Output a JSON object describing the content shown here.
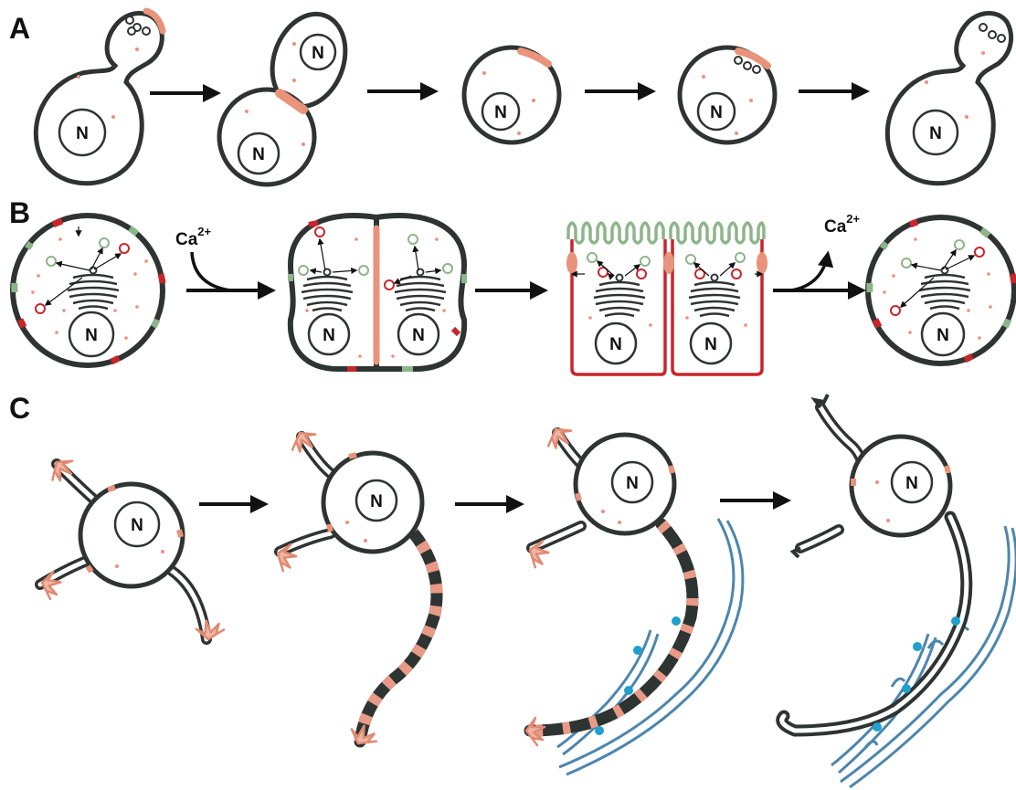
{
  "panels": {
    "a": {
      "label": "A"
    },
    "b": {
      "label": "B",
      "ion_in": "Ca",
      "ion_out": "Ca",
      "charge": "2+"
    },
    "c": {
      "label": "C"
    }
  },
  "nucleus_label": "N",
  "colors": {
    "membrane": "#2e3432",
    "patch": "#e8937a",
    "dot": "#ef8f7c",
    "red_membrane": "#c8252b",
    "green_membrane": "#8db58a",
    "axon_stripe": "#e89a87",
    "glia": "#4d86ad",
    "junction": "#1fa0cf",
    "arrow": "#111111"
  }
}
